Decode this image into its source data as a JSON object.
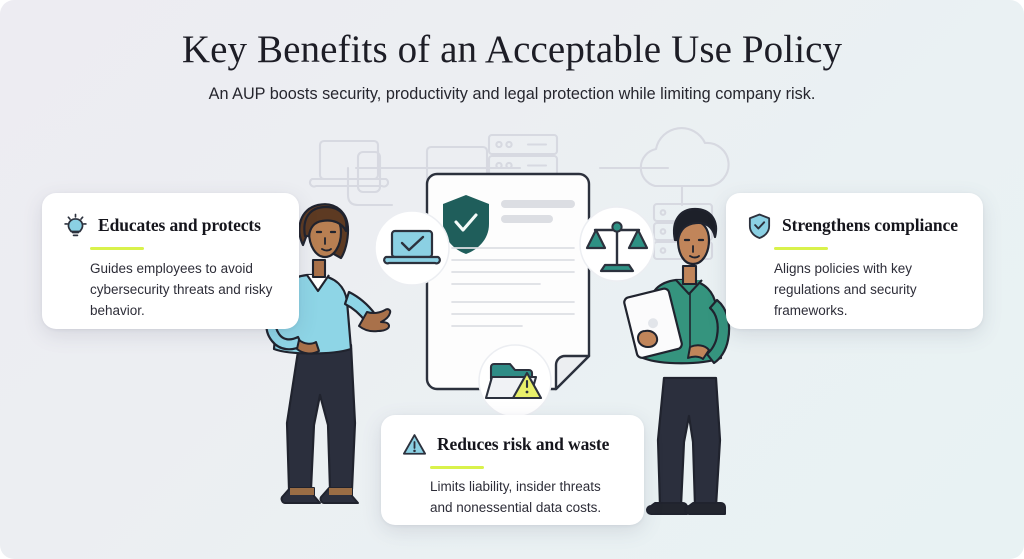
{
  "header": {
    "title": "Key Benefits of an Acceptable Use Policy",
    "subtitle": "An AUP boosts security, productivity and legal protection while limiting company risk."
  },
  "cards": [
    {
      "id": "educates-and-protects",
      "icon": "lightbulb-icon",
      "title": "Educates and protects",
      "body": "Guides employees to avoid cybersecurity threats and risky behavior."
    },
    {
      "id": "strengthens-compliance",
      "icon": "shield-check-icon",
      "title": "Strengthens compliance",
      "body": "Aligns policies with key regulations and security frameworks."
    },
    {
      "id": "reduces-risk-and-waste",
      "icon": "warning-triangle-icon",
      "title": "Reduces risk and waste",
      "body": "Limits liability, insider threats and nonessential data costs."
    }
  ],
  "illustration": {
    "document_badge": "shield-check-icon",
    "badges": [
      {
        "name": "laptop-check-icon"
      },
      {
        "name": "scales-of-justice-icon"
      },
      {
        "name": "folder-warning-icon"
      }
    ],
    "people": [
      {
        "name": "woman-presenter-figure"
      },
      {
        "name": "man-with-tablet-figure"
      }
    ],
    "network_nodes": [
      {
        "name": "laptop-outline-icon"
      },
      {
        "name": "phone-outline-icon"
      },
      {
        "name": "monitor-outline-icon"
      },
      {
        "name": "server-rack-outline-icon"
      },
      {
        "name": "cloud-outline-icon"
      },
      {
        "name": "server-stack-outline-icon"
      }
    ]
  },
  "colors": {
    "accent": "#d9f24b",
    "teal_dark": "#1f5e5b",
    "teal": "#2e9184",
    "blue_light": "#8bd0e3",
    "shirt_green": "#35947e",
    "blouse_blue": "#8ed5e6",
    "pants_navy": "#2b2f3d",
    "bg_from": "#edecf2",
    "bg_to": "#e8f2f3"
  }
}
